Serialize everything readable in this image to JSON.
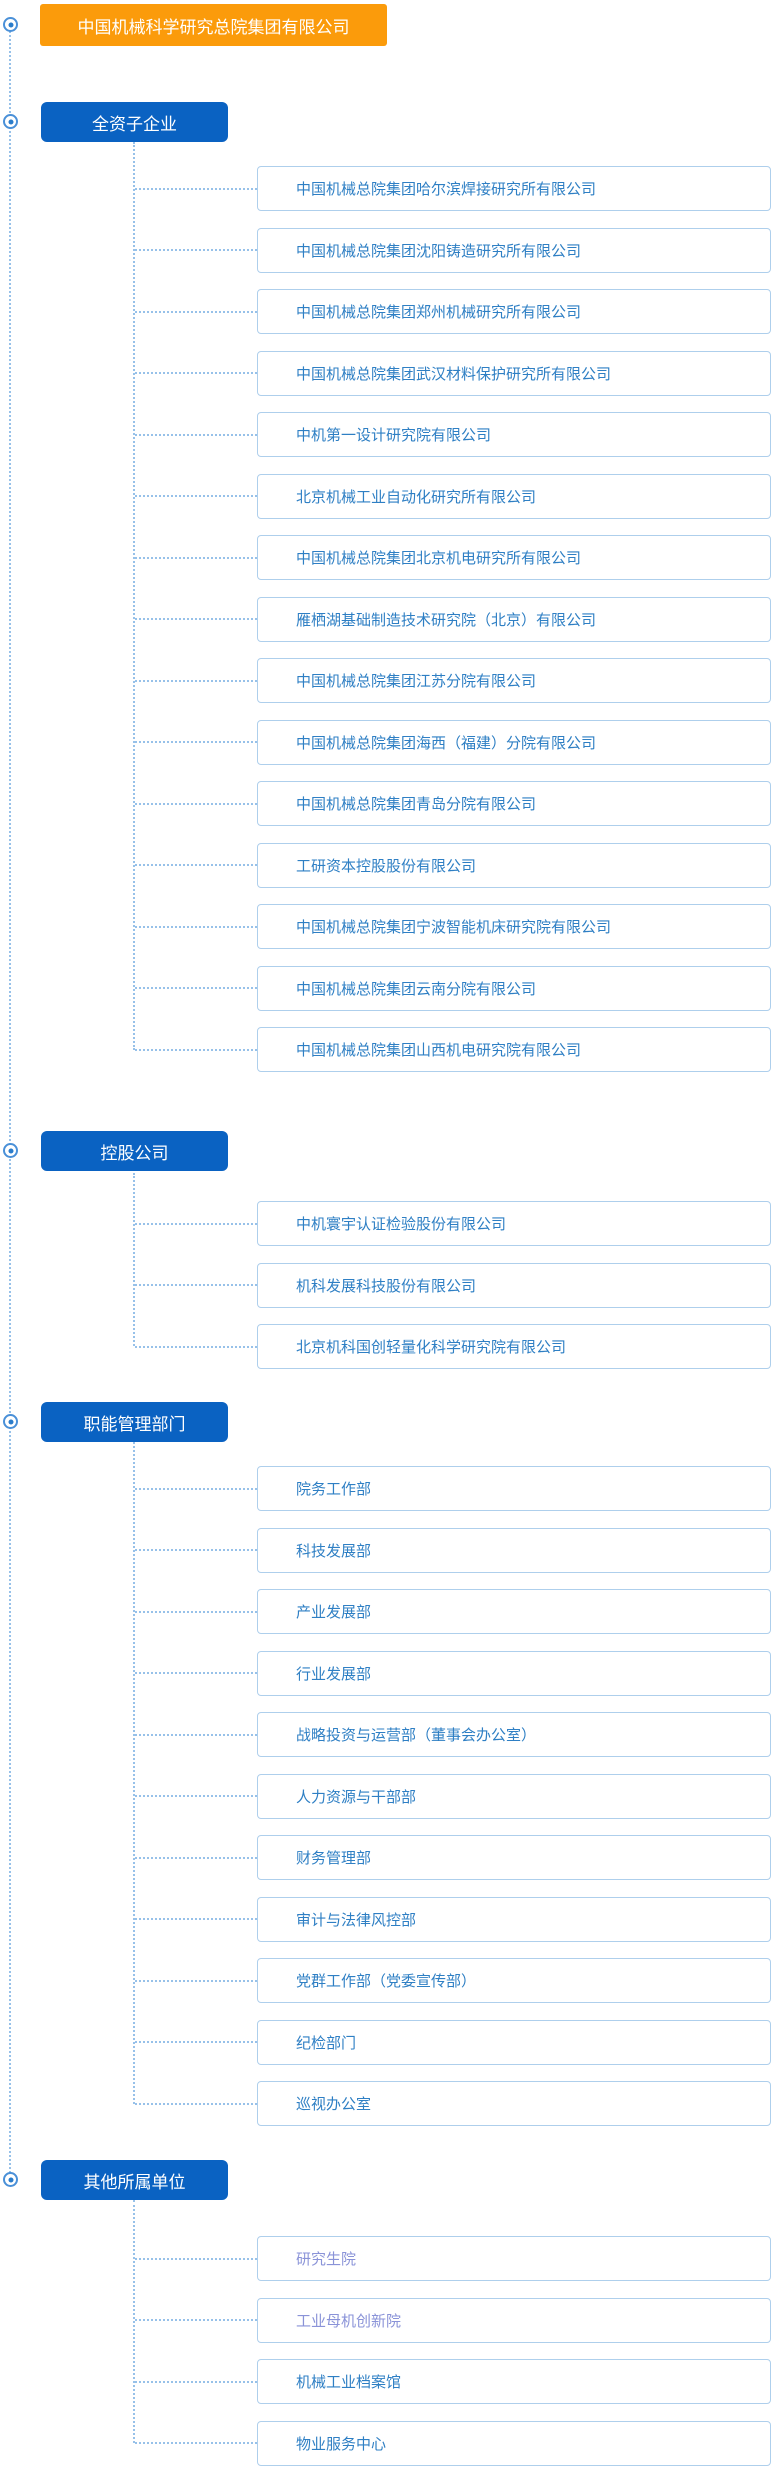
{
  "colors": {
    "root_bg": "#FB9B0B",
    "group_bg": "#0A62C2",
    "item_text": "#2E7FC4",
    "item_text_light": "#8A93D8",
    "item_border": "#AECFEC",
    "connector": "#97C1E9",
    "icon_ring": "#4A90D8",
    "icon_dot": "#2A7CCB"
  },
  "root": {
    "title": "中国机械科学研究总院集团有限公司"
  },
  "groups": [
    {
      "label": "全资子企业",
      "items": [
        {
          "label": "中国机械总院集团哈尔滨焊接研究所有限公司"
        },
        {
          "label": "中国机械总院集团沈阳铸造研究所有限公司"
        },
        {
          "label": "中国机械总院集团郑州机械研究所有限公司"
        },
        {
          "label": "中国机械总院集团武汉材料保护研究所有限公司"
        },
        {
          "label": "中机第一设计研究院有限公司"
        },
        {
          "label": "北京机械工业自动化研究所有限公司"
        },
        {
          "label": "中国机械总院集团北京机电研究所有限公司"
        },
        {
          "label": "雁栖湖基础制造技术研究院（北京）有限公司"
        },
        {
          "label": "中国机械总院集团江苏分院有限公司"
        },
        {
          "label": "中国机械总院集团海西（福建）分院有限公司"
        },
        {
          "label": "中国机械总院集团青岛分院有限公司"
        },
        {
          "label": "工研资本控股股份有限公司"
        },
        {
          "label": "中国机械总院集团宁波智能机床研究院有限公司"
        },
        {
          "label": "中国机械总院集团云南分院有限公司"
        },
        {
          "label": "中国机械总院集团山西机电研究院有限公司"
        }
      ]
    },
    {
      "label": "控股公司",
      "items": [
        {
          "label": "中机寰宇认证检验股份有限公司"
        },
        {
          "label": "机科发展科技股份有限公司"
        },
        {
          "label": "北京机科国创轻量化科学研究院有限公司"
        }
      ]
    },
    {
      "label": "职能管理部门",
      "items": [
        {
          "label": "院务工作部"
        },
        {
          "label": "科技发展部"
        },
        {
          "label": "产业发展部"
        },
        {
          "label": "行业发展部"
        },
        {
          "label": "战略投资与运营部（董事会办公室）"
        },
        {
          "label": "人力资源与干部部"
        },
        {
          "label": "财务管理部"
        },
        {
          "label": "审计与法律风控部"
        },
        {
          "label": "党群工作部（党委宣传部）"
        },
        {
          "label": "纪检部门"
        },
        {
          "label": "巡视办公室"
        }
      ]
    },
    {
      "label": "其他所属单位",
      "items": [
        {
          "label": "研究生院",
          "light": true
        },
        {
          "label": "工业母机创新院",
          "light": true
        },
        {
          "label": "机械工业档案馆"
        },
        {
          "label": "物业服务中心"
        }
      ]
    }
  ]
}
